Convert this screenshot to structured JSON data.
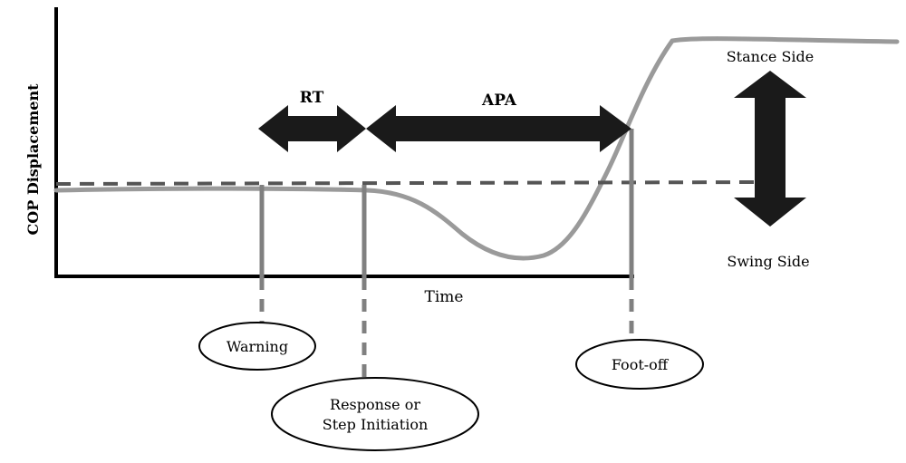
{
  "labels": {
    "y_axis": "COP Displacement",
    "x_axis": "Time",
    "rt": "RT",
    "apa": "APA",
    "stance_side": "Stance Side",
    "swing_side": "Swing Side"
  },
  "events": {
    "warning": "Warning",
    "response_line1": "Response or",
    "response_line2": "Step Initiation",
    "foot_off": "Foot-off"
  },
  "colors": {
    "axis": "#000000",
    "curve": "#9a9a9a",
    "dashed_baseline": "#555555",
    "marker_line": "#808080",
    "arrow_fill": "#1a1a1a"
  }
}
